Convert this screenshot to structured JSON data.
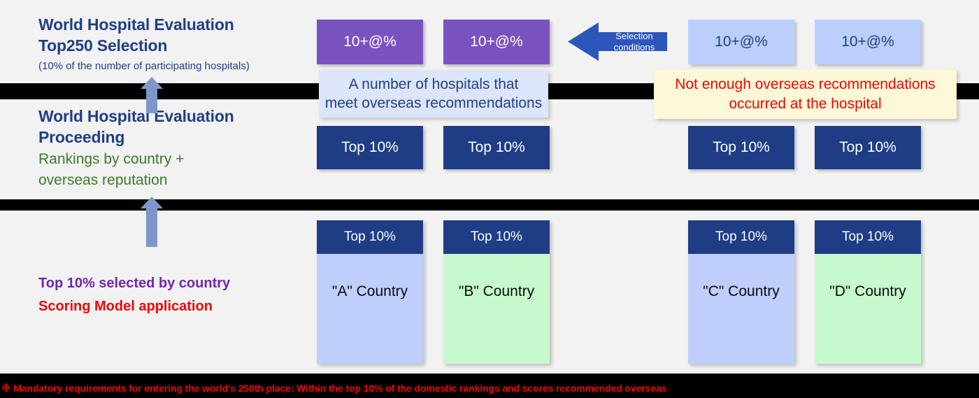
{
  "diagram": {
    "title": "World Hospital Evaluation selection funnel",
    "colors": {
      "navy": "#1e3d85",
      "purple": "#7a52c0",
      "light_blue": "#bccefb",
      "country_blue": "#c0cefb",
      "country_green": "#c6facc",
      "callout_blue_bg": "#dde5fb",
      "callout_yellow_bg": "#fdf8d8",
      "green_text": "#3d7a28",
      "purple_text": "#7226b0",
      "red_text": "#f20505",
      "band_black": "#000000",
      "page_bg": "#f2f2f2"
    }
  },
  "stages": {
    "top": {
      "heading": "World Hospital Evaluation\nTop250 Selection",
      "subheading": "(10% of the number of participating hospitals)"
    },
    "middle": {
      "heading": "World Hospital Evaluation\nProceeding",
      "green_note": "Rankings by country +\noverseas reputation"
    },
    "bottom": {
      "line_purple": "Top 10% selected by country",
      "line_red": "Scoring Model application"
    }
  },
  "top_row": [
    {
      "label": "10+@%",
      "style": "purple"
    },
    {
      "label": "10+@%",
      "style": "purple"
    },
    {
      "label": "10+@%",
      "style": "light-blue"
    },
    {
      "label": "10+@%",
      "style": "light-blue"
    }
  ],
  "middle_row": [
    {
      "label": "Top 10%",
      "visible": true
    },
    {
      "label": "Top 10%",
      "visible": true
    },
    {
      "label": "Top 10%",
      "visible": true
    },
    {
      "label": "Top 10%",
      "visible": true
    }
  ],
  "bottom_row": [
    {
      "header": "Top 10%",
      "label": "\"A\" Country",
      "fill": "blue"
    },
    {
      "header": "Top 10%",
      "label": "\"B\" Country",
      "fill": "green"
    },
    {
      "header": "Top 10%",
      "label": "\"C\" Country",
      "fill": "blue"
    },
    {
      "header": "Top 10%",
      "label": "\"D\" Country",
      "fill": "green"
    }
  ],
  "callouts": {
    "blue": "A number of hospitals that\nmeet overseas recommendations",
    "yellow": "Not enough overseas recommendations\noccurred at the hospital"
  },
  "selection_arrow": {
    "label": "Selection\nconditions",
    "direction": "left",
    "icon": "arrow-left-icon"
  },
  "footnote": "※ Mandatory requirements for entering the world's 250th place: Within the top 10% of the domestic rankings and scores recommended overseas"
}
